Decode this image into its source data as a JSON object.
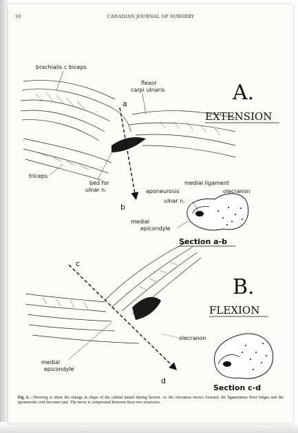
{
  "header": {
    "page_number": "10",
    "journal": "CANADIAN JOURNAL OF SURGERY"
  },
  "panel_a": {
    "letter": "A.",
    "title": "EXTENSION",
    "labels": {
      "brachialis": "brachialis c biceps",
      "flexor_1": "flexor",
      "flexor_2": "carpi ulnaris",
      "axis_start": "a",
      "axis_end": "b",
      "triceps": "triceps",
      "bed_1": "bed for",
      "bed_2": "ulnar n.",
      "medial_ligament": "medial ligament",
      "aponeurosis": "aponeurosis",
      "olecranon": "olecranon",
      "ulnar_n": "ulnar n.",
      "medial_1": "medial",
      "epicondyle": "epicondyle",
      "section": "Section a-b"
    }
  },
  "panel_b": {
    "letter": "B.",
    "title": "FLEXION",
    "labels": {
      "axis_start": "c",
      "axis_end": "d",
      "olecranon": "olecranon",
      "medial_1": "medial",
      "epicondyle": "epicondyle",
      "section": "Section c-d"
    }
  },
  "caption": {
    "fig_label": "Fig. 5.",
    "text": "—Drawing to show the change in shape of the cubital tunnel during flexion. As the olecranon moves forward, the ligamentous floor bulges and the aponeurotic roof becomes taut. The nerve is compressed between these two structures."
  }
}
